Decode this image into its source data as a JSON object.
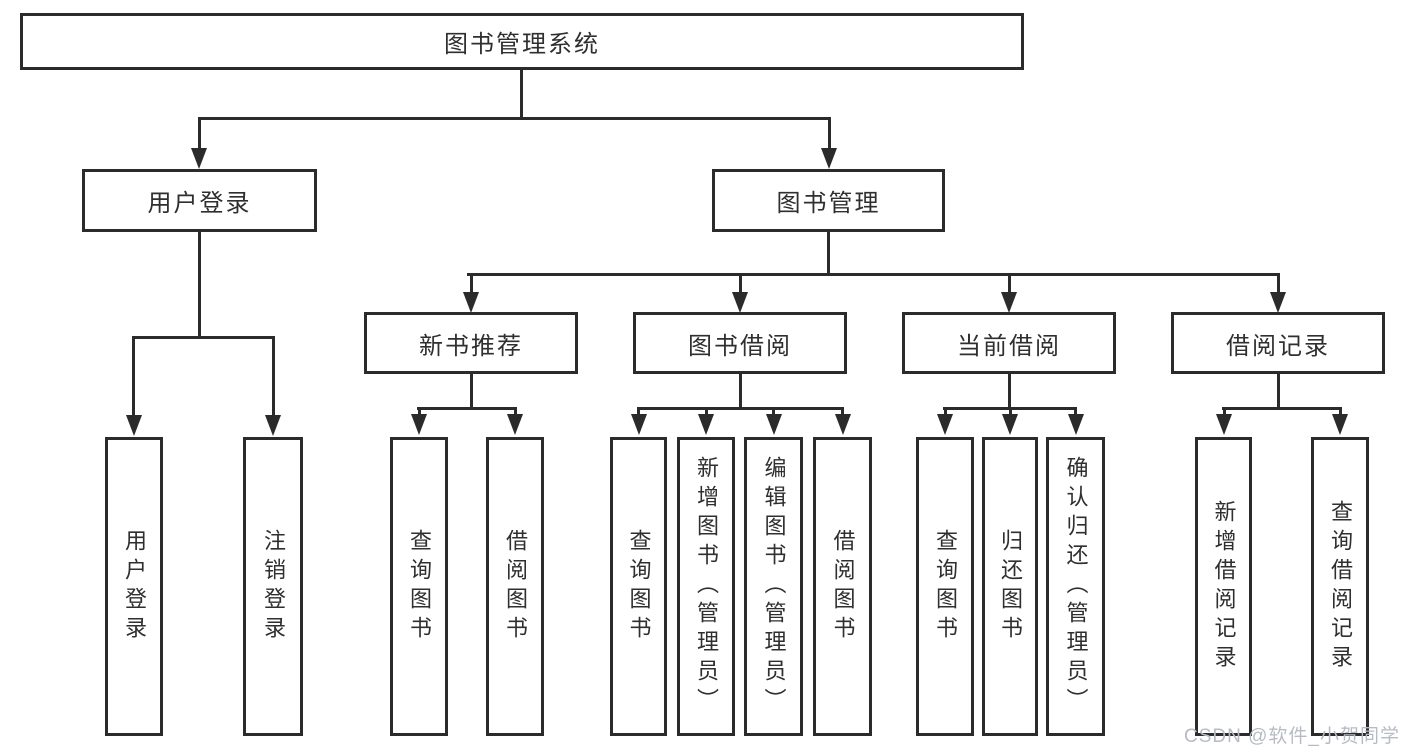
{
  "colors": {
    "line": "#2b2b2b",
    "box_border": "#2b2b2b",
    "box_background": "#ffffff",
    "text": "#2f2f2f",
    "watermark": "#b6bbc4"
  },
  "tree": {
    "root": {
      "label": "图书管理系统"
    },
    "branches": [
      {
        "label": "用户登录",
        "children": [
          {
            "label": "用户登录"
          },
          {
            "label": "注销登录"
          }
        ]
      },
      {
        "label": "图书管理",
        "children": [
          {
            "label": "新书推荐",
            "children": [
              {
                "label": "查询图书"
              },
              {
                "label": "借阅图书"
              }
            ]
          },
          {
            "label": "图书借阅",
            "children": [
              {
                "label": "查询图书"
              },
              {
                "label": "新增图书（管理员）"
              },
              {
                "label": "编辑图书（管理员）"
              },
              {
                "label": "借阅图书"
              }
            ]
          },
          {
            "label": "当前借阅",
            "children": [
              {
                "label": "查询图书"
              },
              {
                "label": "归还图书"
              },
              {
                "label": "确认归还（管理员）"
              }
            ]
          },
          {
            "label": "借阅记录",
            "children": [
              {
                "label": "新增借阅记录"
              },
              {
                "label": "查询借阅记录"
              }
            ]
          }
        ]
      }
    ]
  },
  "watermark": {
    "text": "CSDN @软件_小贺同学"
  }
}
